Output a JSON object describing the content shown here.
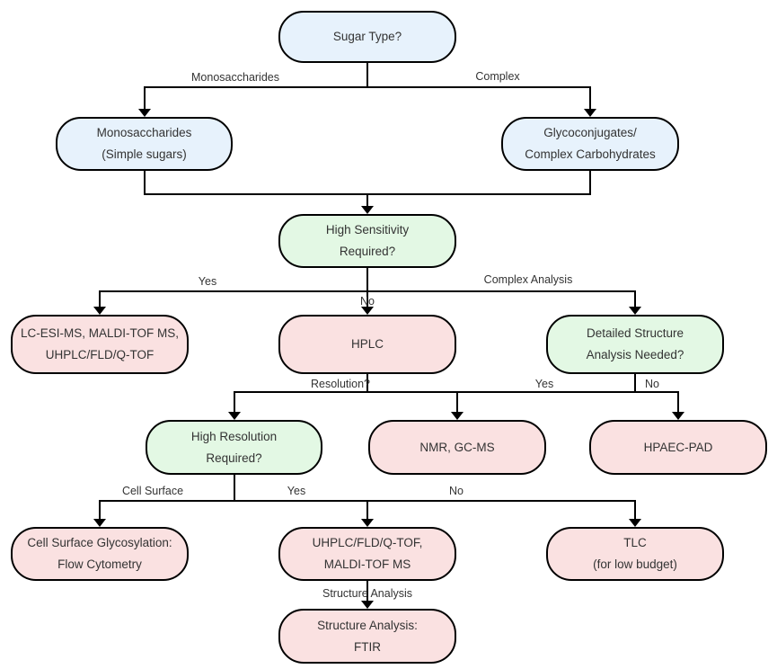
{
  "colors": {
    "blue_fill": "#e7f2fc",
    "green_fill": "#e3f8e4",
    "pink_fill": "#fae1e1",
    "line_color": "#000000",
    "text_color": "#333333"
  },
  "nodes": {
    "sugar_type": {
      "lines": [
        "Sugar Type?"
      ]
    },
    "monosaccharides": {
      "lines": [
        "Monosaccharides",
        "(Simple sugars)"
      ]
    },
    "glycoconjugates": {
      "lines": [
        "Glycoconjugates/",
        "Complex Carbohydrates"
      ]
    },
    "high_sensitivity": {
      "lines": [
        "High Sensitivity",
        "Required?"
      ]
    },
    "ms_methods": {
      "lines": [
        "LC-ESI-MS, MALDI-TOF MS,",
        "UHPLC/FLD/Q-TOF"
      ]
    },
    "hplc": {
      "lines": [
        "HPLC"
      ]
    },
    "detailed_structure": {
      "lines": [
        "Detailed Structure",
        "Analysis Needed?"
      ]
    },
    "high_resolution": {
      "lines": [
        "High Resolution",
        "Required?"
      ]
    },
    "nmr_gcms": {
      "lines": [
        "NMR, GC-MS"
      ]
    },
    "hpaec_pad": {
      "lines": [
        "HPAEC-PAD"
      ]
    },
    "cell_surface": {
      "lines": [
        "Cell Surface Glycosylation:",
        "Flow Cytometry"
      ]
    },
    "uhplc_maldi": {
      "lines": [
        "UHPLC/FLD/Q-TOF,",
        "MALDI-TOF MS"
      ]
    },
    "tlc": {
      "lines": [
        "TLC",
        "(for low budget)"
      ]
    },
    "ftir": {
      "lines": [
        "Structure Analysis:",
        "FTIR"
      ]
    }
  },
  "edges": [
    {
      "from": "sugar_type",
      "to": "monosaccharides",
      "label": "Monosaccharides"
    },
    {
      "from": "sugar_type",
      "to": "glycoconjugates",
      "label": "Complex"
    },
    {
      "from": "monosaccharides",
      "to": "high_sensitivity",
      "label": ""
    },
    {
      "from": "glycoconjugates",
      "to": "high_sensitivity",
      "label": ""
    },
    {
      "from": "high_sensitivity",
      "to": "ms_methods",
      "label": "Yes"
    },
    {
      "from": "high_sensitivity",
      "to": "hplc",
      "label": "No"
    },
    {
      "from": "high_sensitivity",
      "to": "detailed_structure",
      "label": "Complex Analysis"
    },
    {
      "from": "hplc",
      "to": "high_resolution",
      "label": "Resolution?"
    },
    {
      "from": "detailed_structure",
      "to": "nmr_gcms",
      "label": "Yes"
    },
    {
      "from": "detailed_structure",
      "to": "hpaec_pad",
      "label": "No"
    },
    {
      "from": "high_resolution",
      "to": "cell_surface",
      "label": "Cell Surface"
    },
    {
      "from": "high_resolution",
      "to": "uhplc_maldi",
      "label": "Yes"
    },
    {
      "from": "high_resolution",
      "to": "tlc",
      "label": "No"
    },
    {
      "from": "uhplc_maldi",
      "to": "ftir",
      "label": "Structure Analysis"
    }
  ]
}
